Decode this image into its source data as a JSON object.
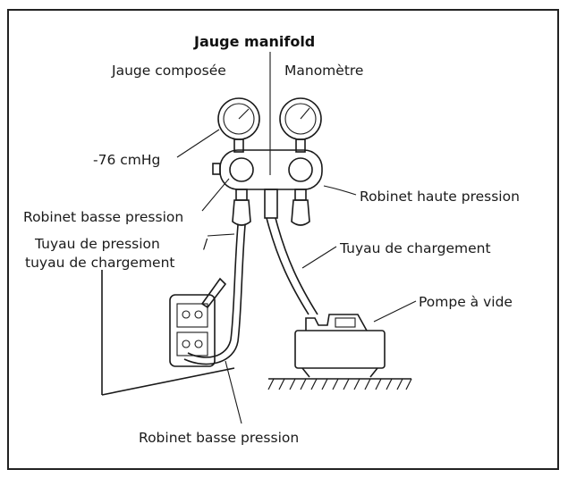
{
  "diagram": {
    "title": "Jauge manifold",
    "labels": {
      "compound_gauge": "Jauge composée",
      "pressure_gauge": "Manomètre",
      "vacuum_reading": "-76 cmHg",
      "high_pressure_valve": "Robinet haute pression",
      "low_pressure_valve_top": "Robinet basse pression",
      "pressure_hose_line1": "Tuyau de pression",
      "pressure_hose_line2": "tuyau de chargement",
      "slash": "/",
      "charge_hose": "Tuyau de chargement",
      "vacuum_pump": "Pompe à vide",
      "low_pressure_valve_bottom": "Robinet basse pression"
    }
  }
}
